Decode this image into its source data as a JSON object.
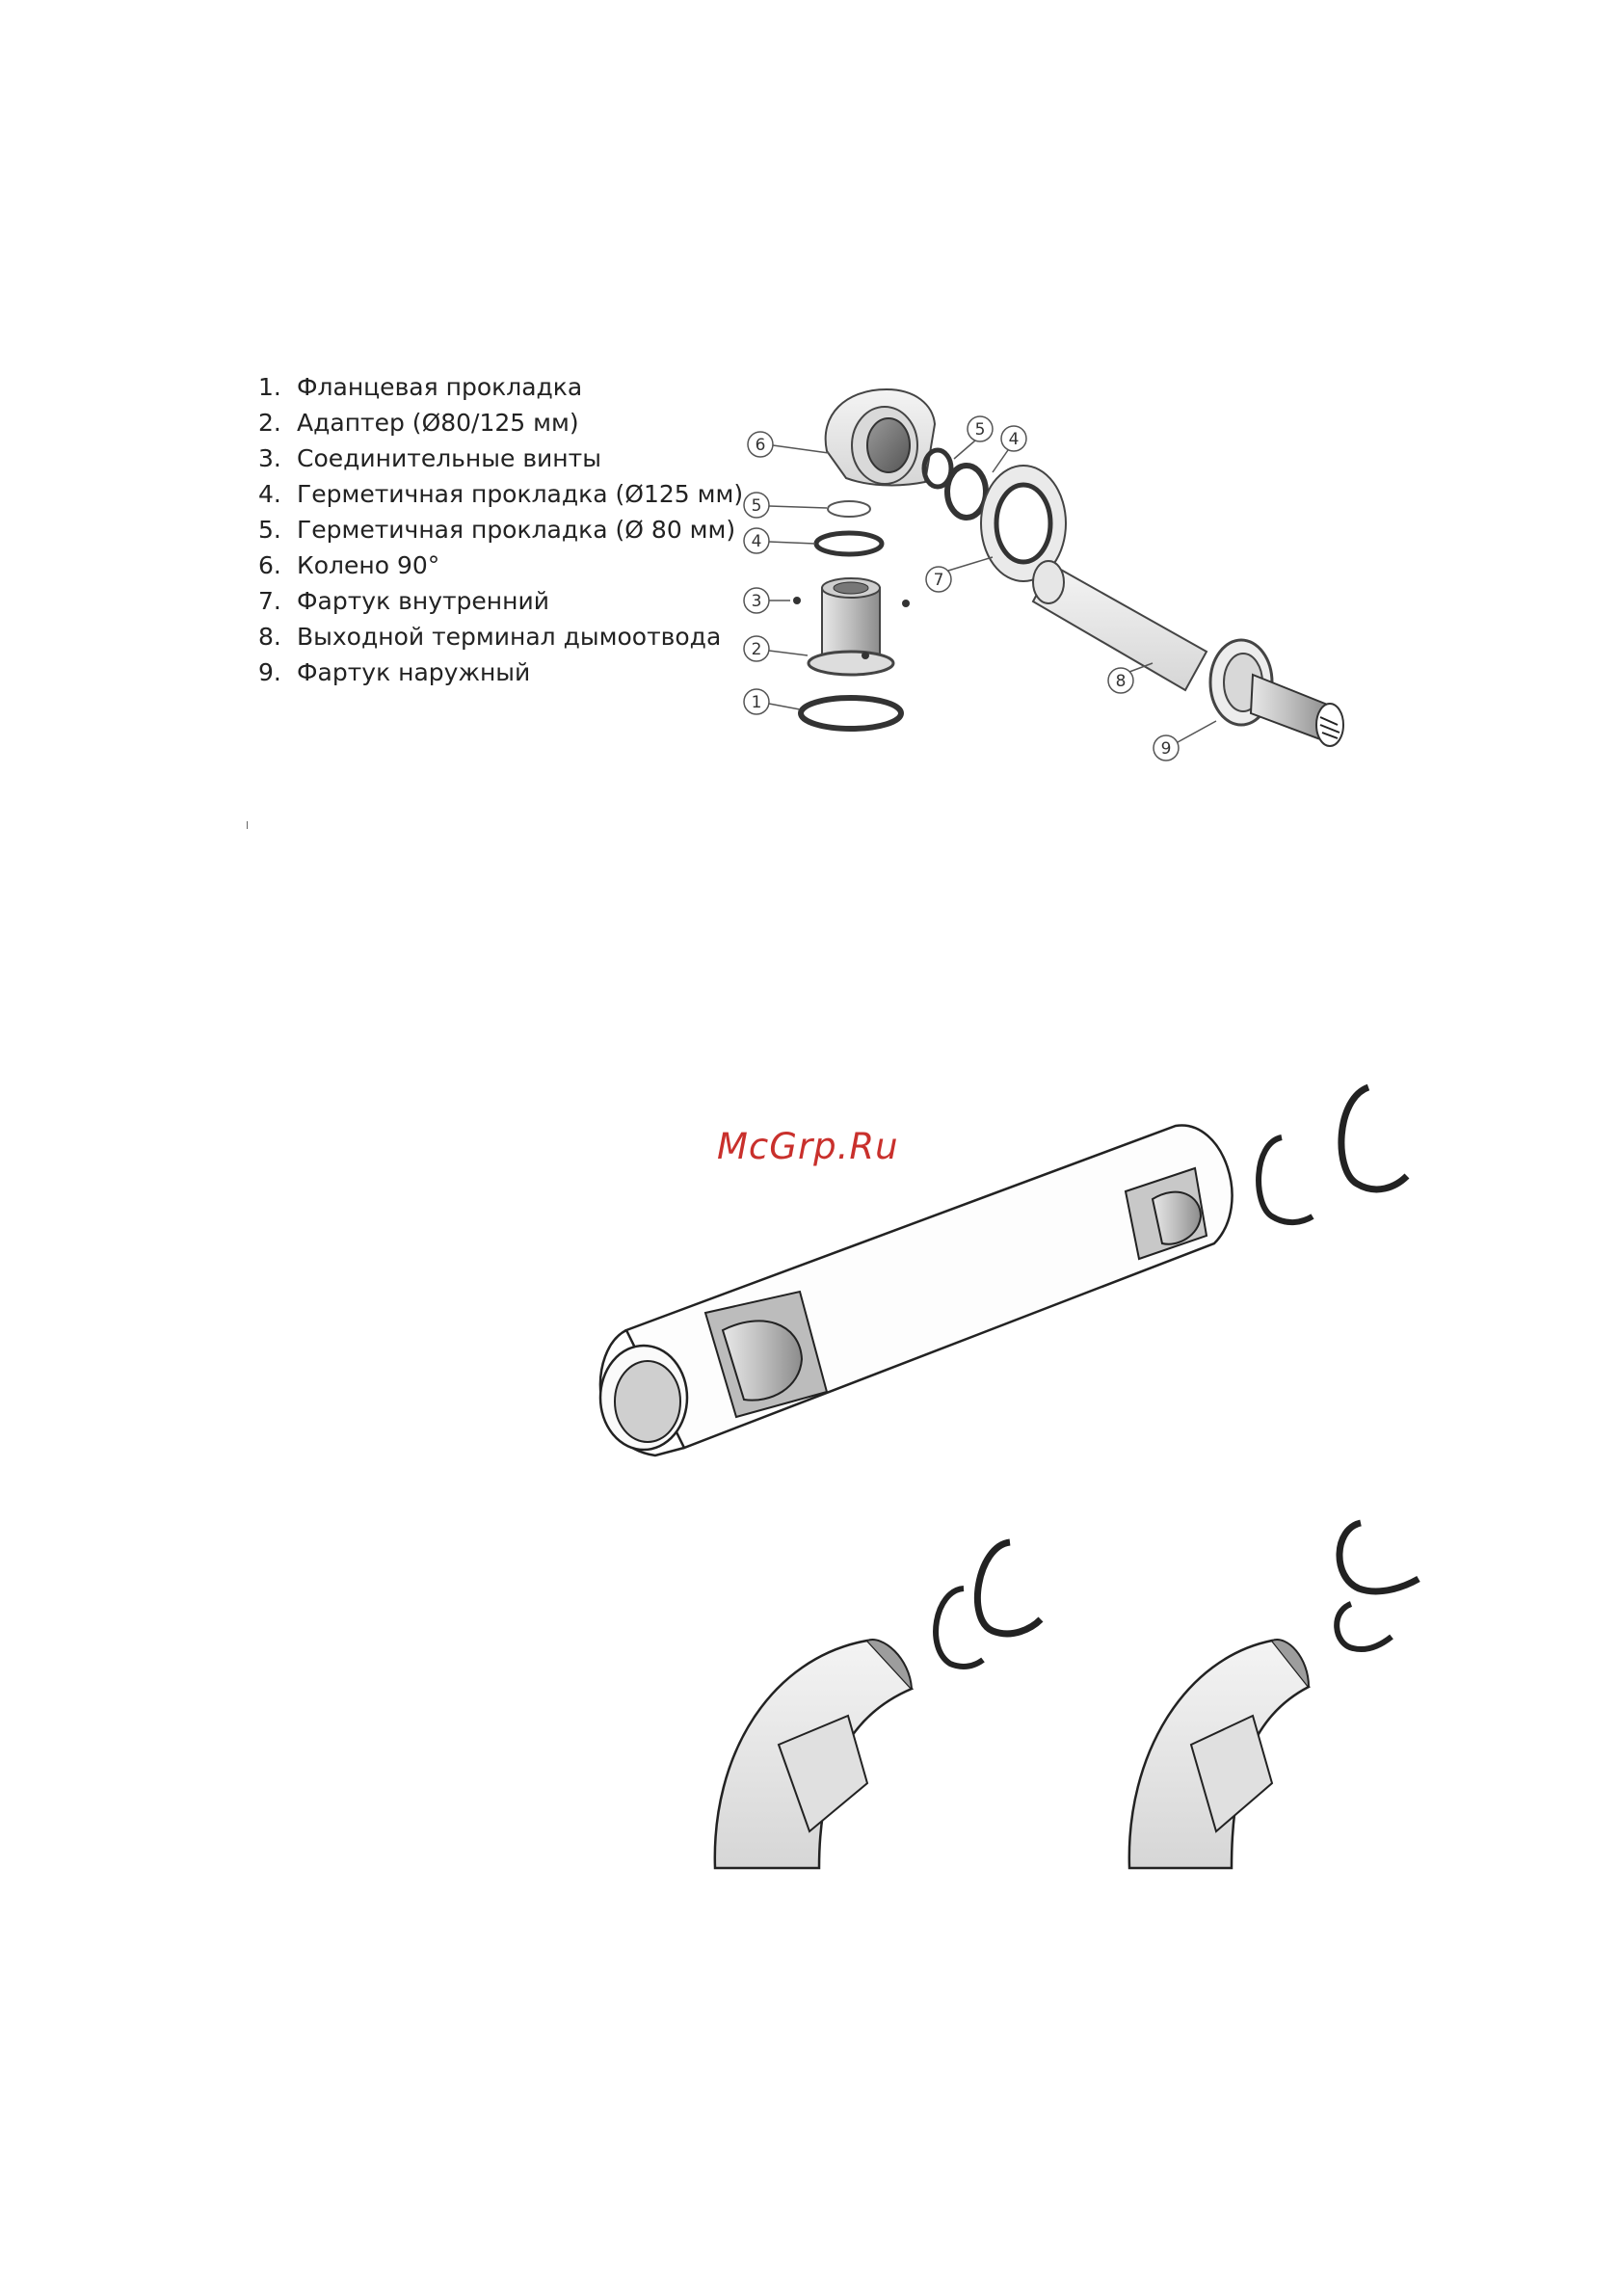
{
  "parts": [
    {
      "num": "1.",
      "label": "Фланцевая прокладка"
    },
    {
      "num": "2.",
      "label": "Адаптер (Ø80/125 мм)"
    },
    {
      "num": "3.",
      "label": "Соединительные винты"
    },
    {
      "num": "4.",
      "label": "Герметичная прокладка (Ø125 мм)"
    },
    {
      "num": "5.",
      "label": "Герметичная прокладка (Ø 80 мм)"
    },
    {
      "num": "6.",
      "label": "Колено 90°"
    },
    {
      "num": "7.",
      "label": "Фартук внутренний"
    },
    {
      "num": "8.",
      "label": "Выходной терминал дымоотвода"
    },
    {
      "num": "9.",
      "label": "Фартук наружный"
    }
  ],
  "callouts": [
    "1",
    "2",
    "3",
    "4",
    "5",
    "6",
    "7",
    "8",
    "9"
  ],
  "watermark": "McGrp.Ru"
}
